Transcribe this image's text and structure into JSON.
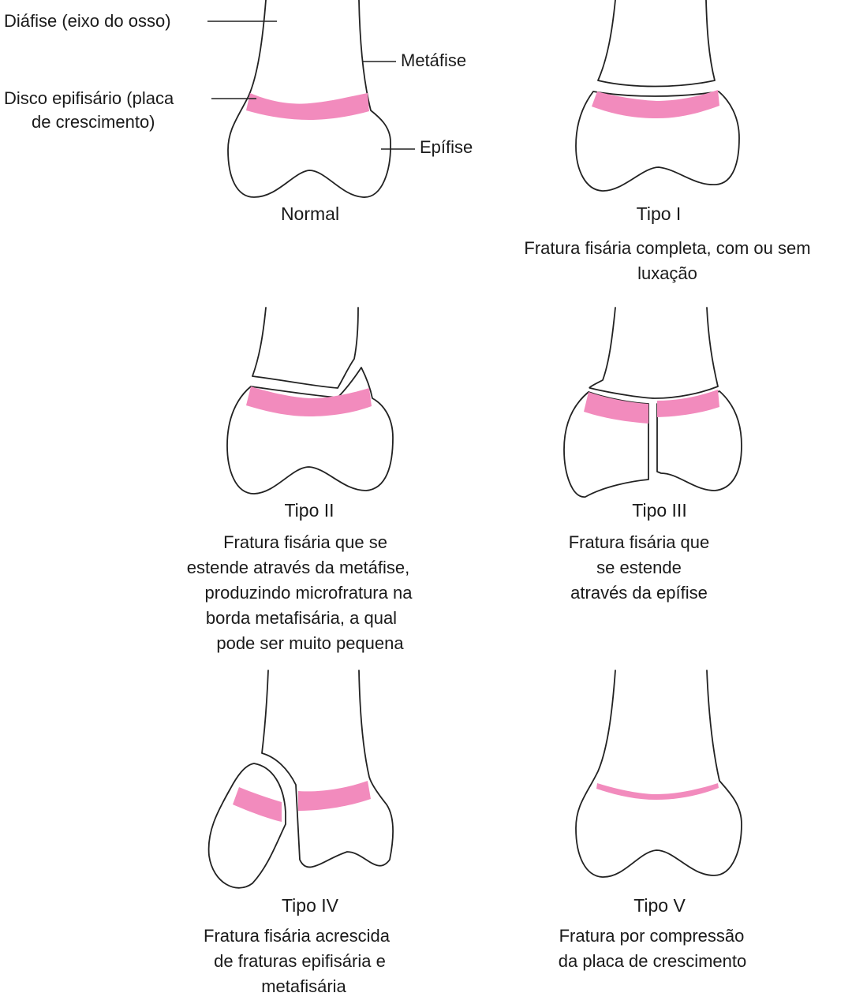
{
  "labels": {
    "diafise": "Diáfise (eixo do osso)",
    "metafise": "Metáfise",
    "disco_line1": "Disco epifisário (placa",
    "disco_line2": "de crescimento)",
    "epifise": "Epífise"
  },
  "panels": [
    {
      "title": "Normal",
      "desc": []
    },
    {
      "title": "Tipo I",
      "desc": [
        "Fratura fisária completa, com ou sem",
        "luxação"
      ]
    },
    {
      "title": "Tipo II",
      "desc": [
        "Fratura fisária que se",
        "estende através da metáfise,",
        "produzindo microfratura na",
        "borda metafisária, a qual",
        "pode ser muito pequena"
      ]
    },
    {
      "title": "Tipo III",
      "desc": [
        "Fratura fisária que",
        "se estende",
        "através da epífise"
      ]
    },
    {
      "title": "Tipo IV",
      "desc": [
        "Fratura fisária acrescida",
        "de fraturas epifisária e",
        "metafisária"
      ]
    },
    {
      "title": "Tipo V",
      "desc": [
        "Fratura por compressão",
        "da placa de crescimento"
      ]
    }
  ],
  "colors": {
    "plate": "#f28bbd",
    "outline": "#222222"
  }
}
